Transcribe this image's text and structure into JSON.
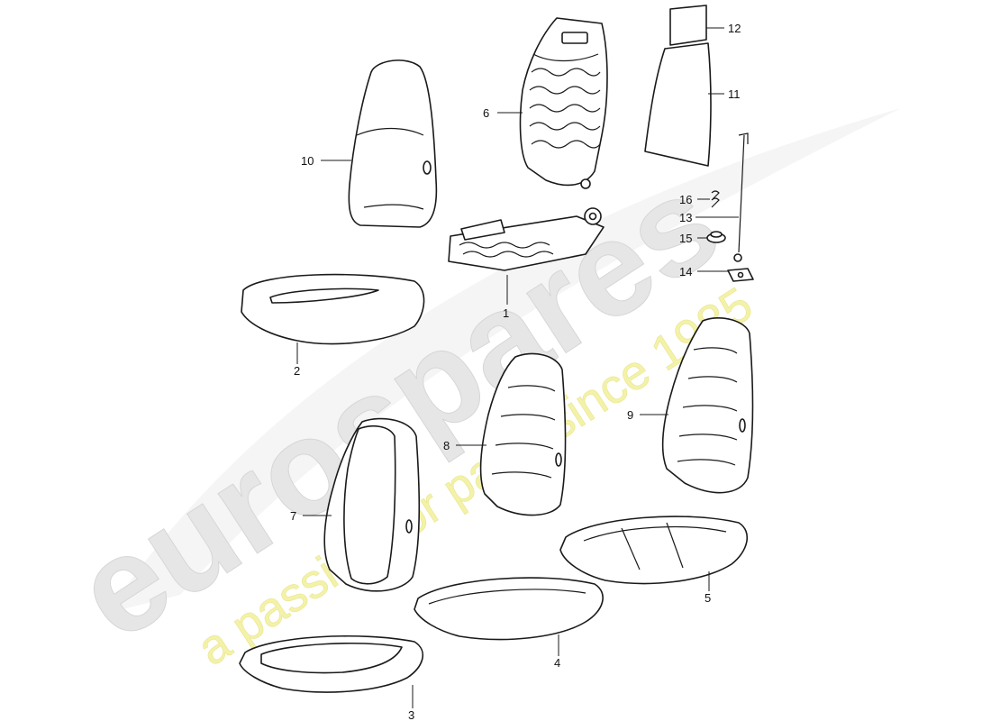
{
  "watermark": {
    "brand": "eurospares",
    "tagline": "a passion for parts since 1985",
    "brand_color": "#e6e6e6",
    "tagline_color": "#f3f2a8"
  },
  "callouts": [
    {
      "id": "1",
      "label": "1"
    },
    {
      "id": "2",
      "label": "2"
    },
    {
      "id": "3",
      "label": "3"
    },
    {
      "id": "4",
      "label": "4"
    },
    {
      "id": "5",
      "label": "5"
    },
    {
      "id": "6",
      "label": "6"
    },
    {
      "id": "7",
      "label": "7"
    },
    {
      "id": "8",
      "label": "8"
    },
    {
      "id": "9",
      "label": "9"
    },
    {
      "id": "10",
      "label": "10"
    },
    {
      "id": "11",
      "label": "11"
    },
    {
      "id": "12",
      "label": "12"
    },
    {
      "id": "13",
      "label": "13"
    },
    {
      "id": "14",
      "label": "14"
    },
    {
      "id": "15",
      "label": "15"
    },
    {
      "id": "16",
      "label": "16"
    }
  ]
}
